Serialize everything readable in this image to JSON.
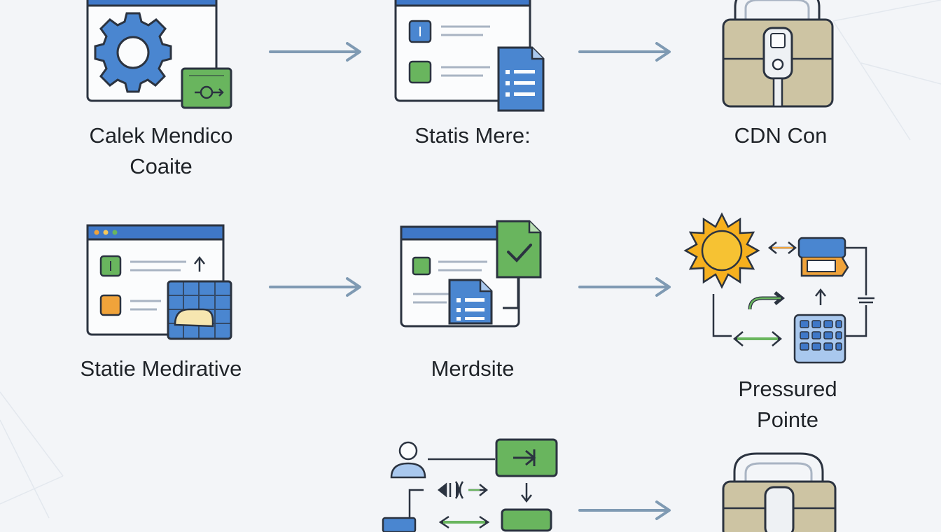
{
  "nodes": [
    {
      "id": "calek",
      "label_lines": [
        "Calek Mendico",
        "Coaite"
      ],
      "icon": "gear-window-icon"
    },
    {
      "id": "statis",
      "label_lines": [
        "Statis Mere:"
      ],
      "icon": "list-window-document-icon"
    },
    {
      "id": "cdn",
      "label_lines": [
        "CDN Con"
      ],
      "icon": "storage-case-icon"
    },
    {
      "id": "statie",
      "label_lines": [
        "Statie Medirative"
      ],
      "icon": "upload-window-grid-icon"
    },
    {
      "id": "merdsite",
      "label_lines": [
        "Merdsite"
      ],
      "icon": "window-check-document-icon"
    },
    {
      "id": "pressured",
      "label_lines": [
        "Pressured",
        "Pointe"
      ],
      "icon": "sun-flow-keypad-icon"
    },
    {
      "id": "user-flow",
      "label_lines": [],
      "icon": "user-flow-icon"
    },
    {
      "id": "case-bottom",
      "label_lines": [],
      "icon": "storage-case-icon"
    }
  ],
  "edges": [
    {
      "from": "calek",
      "to": "statis"
    },
    {
      "from": "statis",
      "to": "cdn"
    },
    {
      "from": "statie",
      "to": "merdsite"
    },
    {
      "from": "merdsite",
      "to": "pressured"
    },
    {
      "from": "user-flow",
      "to": "case-bottom"
    }
  ],
  "colors": {
    "stroke": "#2b3340",
    "blue": "#4a86d0",
    "blue_light": "#a9c8ee",
    "green": "#69b55e",
    "orange": "#f0a33a",
    "tan": "#cdc4a3",
    "arrow": "#7f9ab3",
    "window_bar": "#3f78c8"
  }
}
